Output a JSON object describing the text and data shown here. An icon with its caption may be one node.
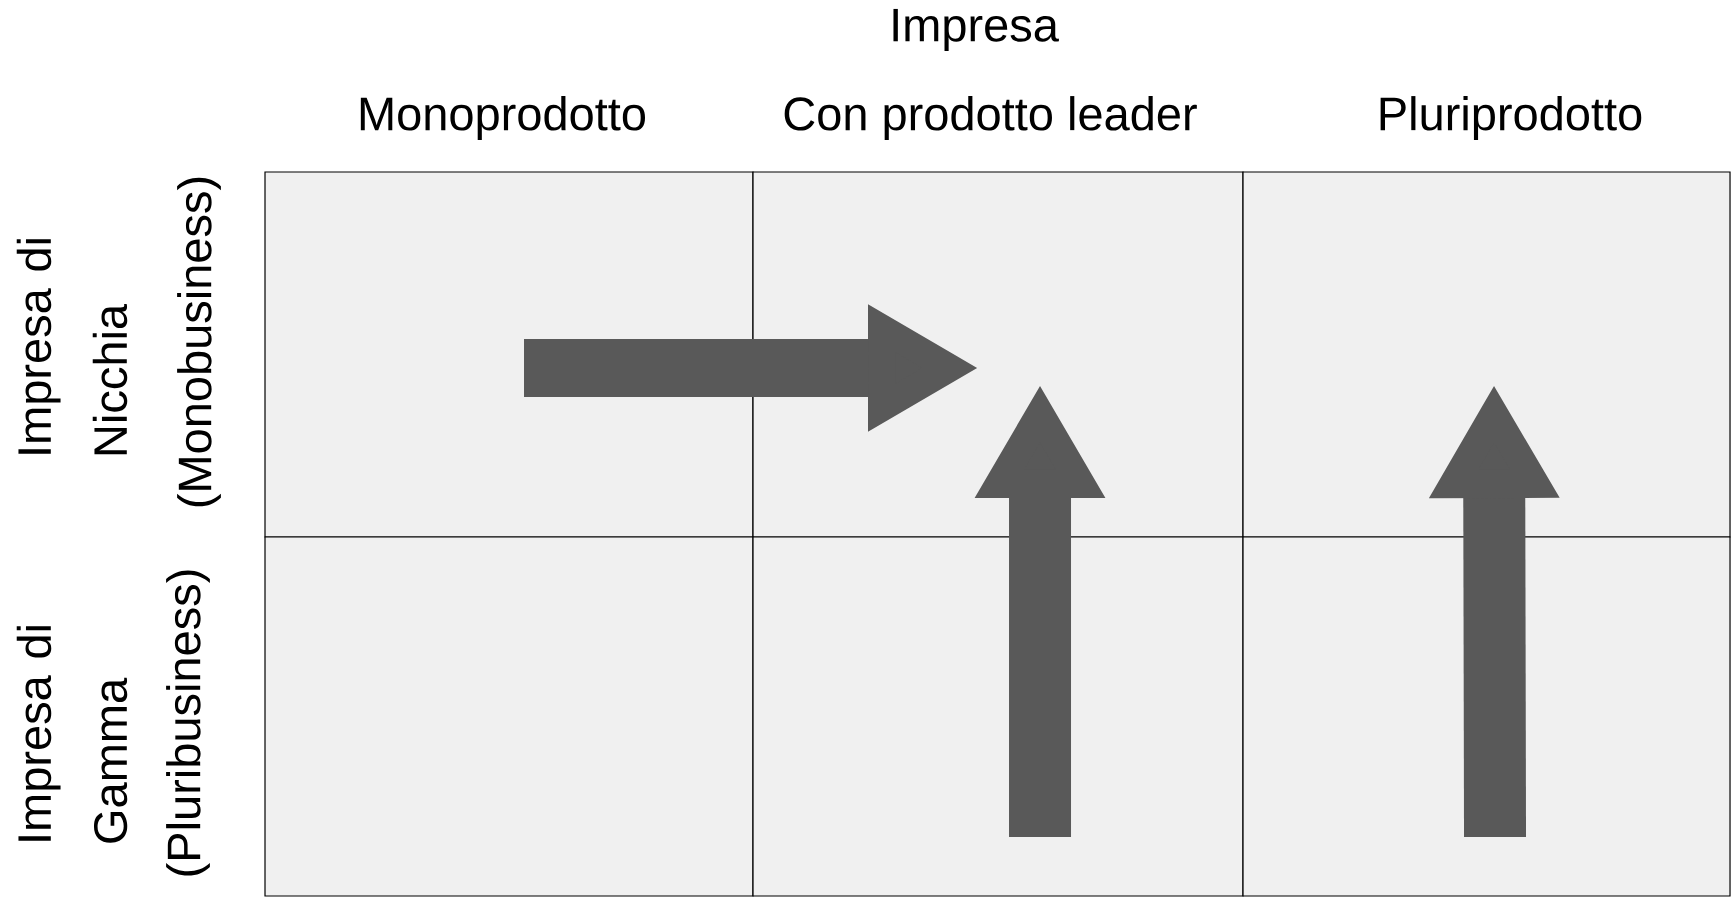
{
  "diagram": {
    "title": "Impresa",
    "nodes": [
      {
        "text": [],
        "shape": "box"
      },
      {
        "text": [],
        "shape": "box"
      },
      {
        "text": [],
        "shape": "box"
      },
      {
        "text": [],
        "shape": "box"
      },
      {
        "text": [],
        "shape": "box"
      },
      {
        "text": [],
        "shape": "box"
      }
    ],
    "edges": [
      {
        "from": 0,
        "to": 1,
        "arrow": "to"
      },
      {
        "from": 4,
        "to": 1,
        "arrow": "to"
      },
      {
        "from": 5,
        "to": 2,
        "arrow": "to"
      }
    ],
    "labels": [
      "Monoprodotto",
      "Con prodotto leader",
      "Pluriprodotto",
      "Impresa di Nicchia",
      "(Monobusiness)",
      "Impresa di Gamma",
      "(Pluribusiness)"
    ]
  }
}
